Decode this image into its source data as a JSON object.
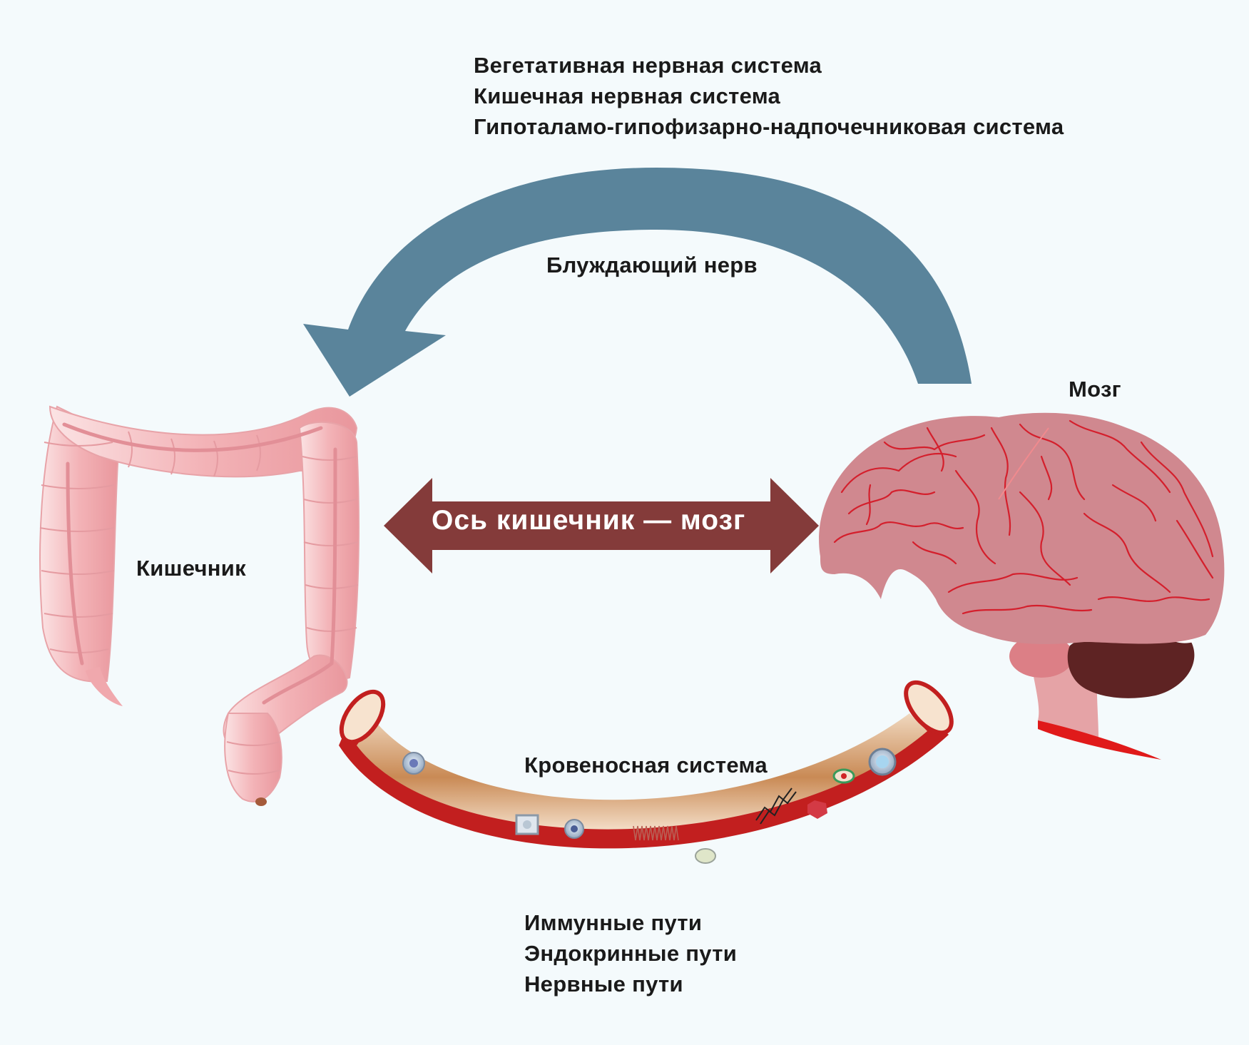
{
  "labels": {
    "top_systems": [
      "Вегетативная нервная система",
      "Кишечная нервная система",
      "Гипоталамо-гипофизарно-надпочечниковая система"
    ],
    "vagus_nerve": "Блуждающий нерв",
    "brain": "Мозг",
    "gut": "Кишечник",
    "axis": "Ось кишечник — мозг",
    "circulatory": "Кровеносная система",
    "bottom_pathways": [
      "Иммунные пути",
      "Эндокринные пути",
      "Нервные пути"
    ]
  },
  "colors": {
    "background": "#f4fafc",
    "vagus_arrow": "#5a849b",
    "axis_arrow": "#843b3a",
    "vessel_wall": "#c21f1f",
    "intestine": "#f3b6b9",
    "brain": "#d0888f",
    "cerebellum": "#5e2323"
  }
}
